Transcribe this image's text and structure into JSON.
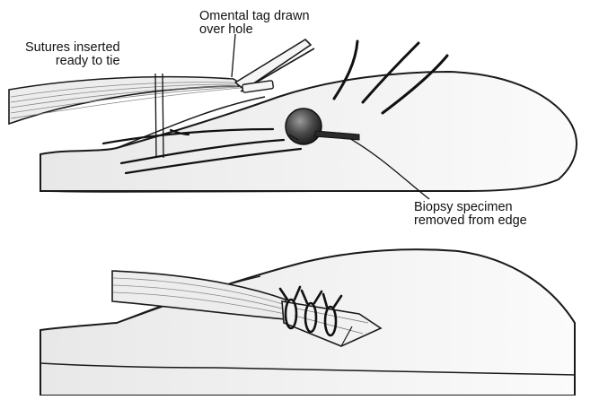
{
  "figure": {
    "labels": {
      "omental_tag": [
        "Omental tag drawn",
        "over hole"
      ],
      "sutures": [
        "Sutures inserted",
        "ready to tie"
      ],
      "biopsy": [
        "Biopsy specimen",
        "removed from edge"
      ]
    },
    "panels": [
      {
        "name": "before-closure",
        "content": "stomach with biopsy hole, omental tag held by forceps, untied sutures"
      },
      {
        "name": "after-closure",
        "content": "omental tag tied over hole with sutures"
      }
    ],
    "colors": {
      "stomach_fill": "#f3f3f3",
      "outline": "#1a1a1a",
      "omentum_fill": "#ededed",
      "specimen": "#3a3a3a"
    }
  }
}
